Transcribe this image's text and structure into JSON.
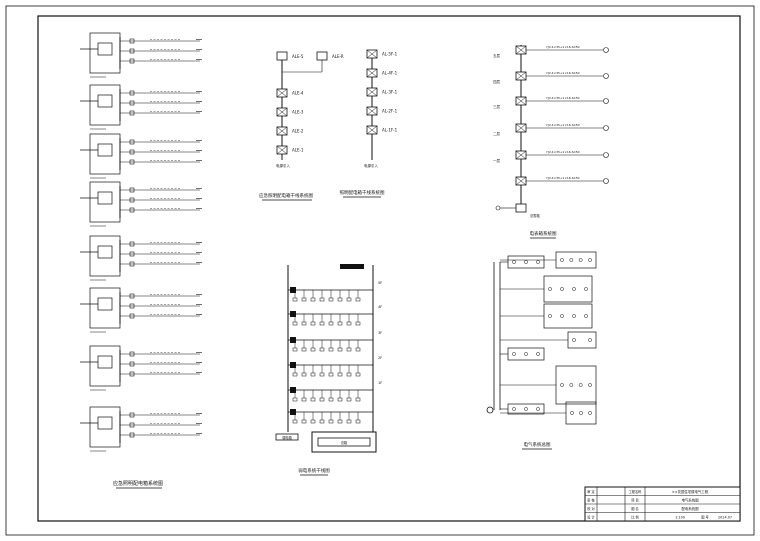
{
  "sheet": {
    "panel_group_caption": "应急照明配电箱系统图",
    "riser_left_caption": "应急照明配电箱干线系统图",
    "riser_right_caption": "照明配电箱干线系统图",
    "riser_bottom_caption": "弱电系统干线图",
    "meter_caption": "电表箱系统图",
    "distribution_caption": "电气系统总图"
  },
  "riser_left": {
    "roof_box": "ALE-R",
    "top_box": "ALE-5",
    "boxes": [
      "ALE-4",
      "ALE-3",
      "ALE-2",
      "ALE-1"
    ],
    "source": "电源引入"
  },
  "riser_right": {
    "boxes": [
      "AL-5F-1",
      "AL-4F-1",
      "AL-3F-1",
      "AL-2F-1",
      "AL-1F-1"
    ],
    "source": "电源引入"
  },
  "riser_bottom": {
    "floor_labels": [
      "5F",
      "4F",
      "3F",
      "2F",
      "1F"
    ],
    "left_box": "弱电箱",
    "base_box": "总箱"
  },
  "meter_riser": {
    "floor_labels": [
      "五层",
      "四层",
      "三层",
      "二层",
      "一层"
    ],
    "cable_label": "YJV-4×35+1×16-SC50",
    "main_box": "总表箱"
  },
  "title_block": {
    "project": "××花园住宅楼电气工程",
    "drawing": "电气系统图",
    "sheet_name": "配电系统图",
    "date": "2014.07",
    "scale": "1:100",
    "rows": [
      [
        "审 定",
        "",
        "工程名称",
        ""
      ],
      [
        "审 核",
        "",
        "项 目",
        ""
      ],
      [
        "校 对",
        "",
        "图 名",
        ""
      ],
      [
        "设 计",
        "",
        "比 例",
        "图 号"
      ]
    ]
  },
  "colors": {
    "ink": "#111111",
    "paper": "#ffffff"
  }
}
